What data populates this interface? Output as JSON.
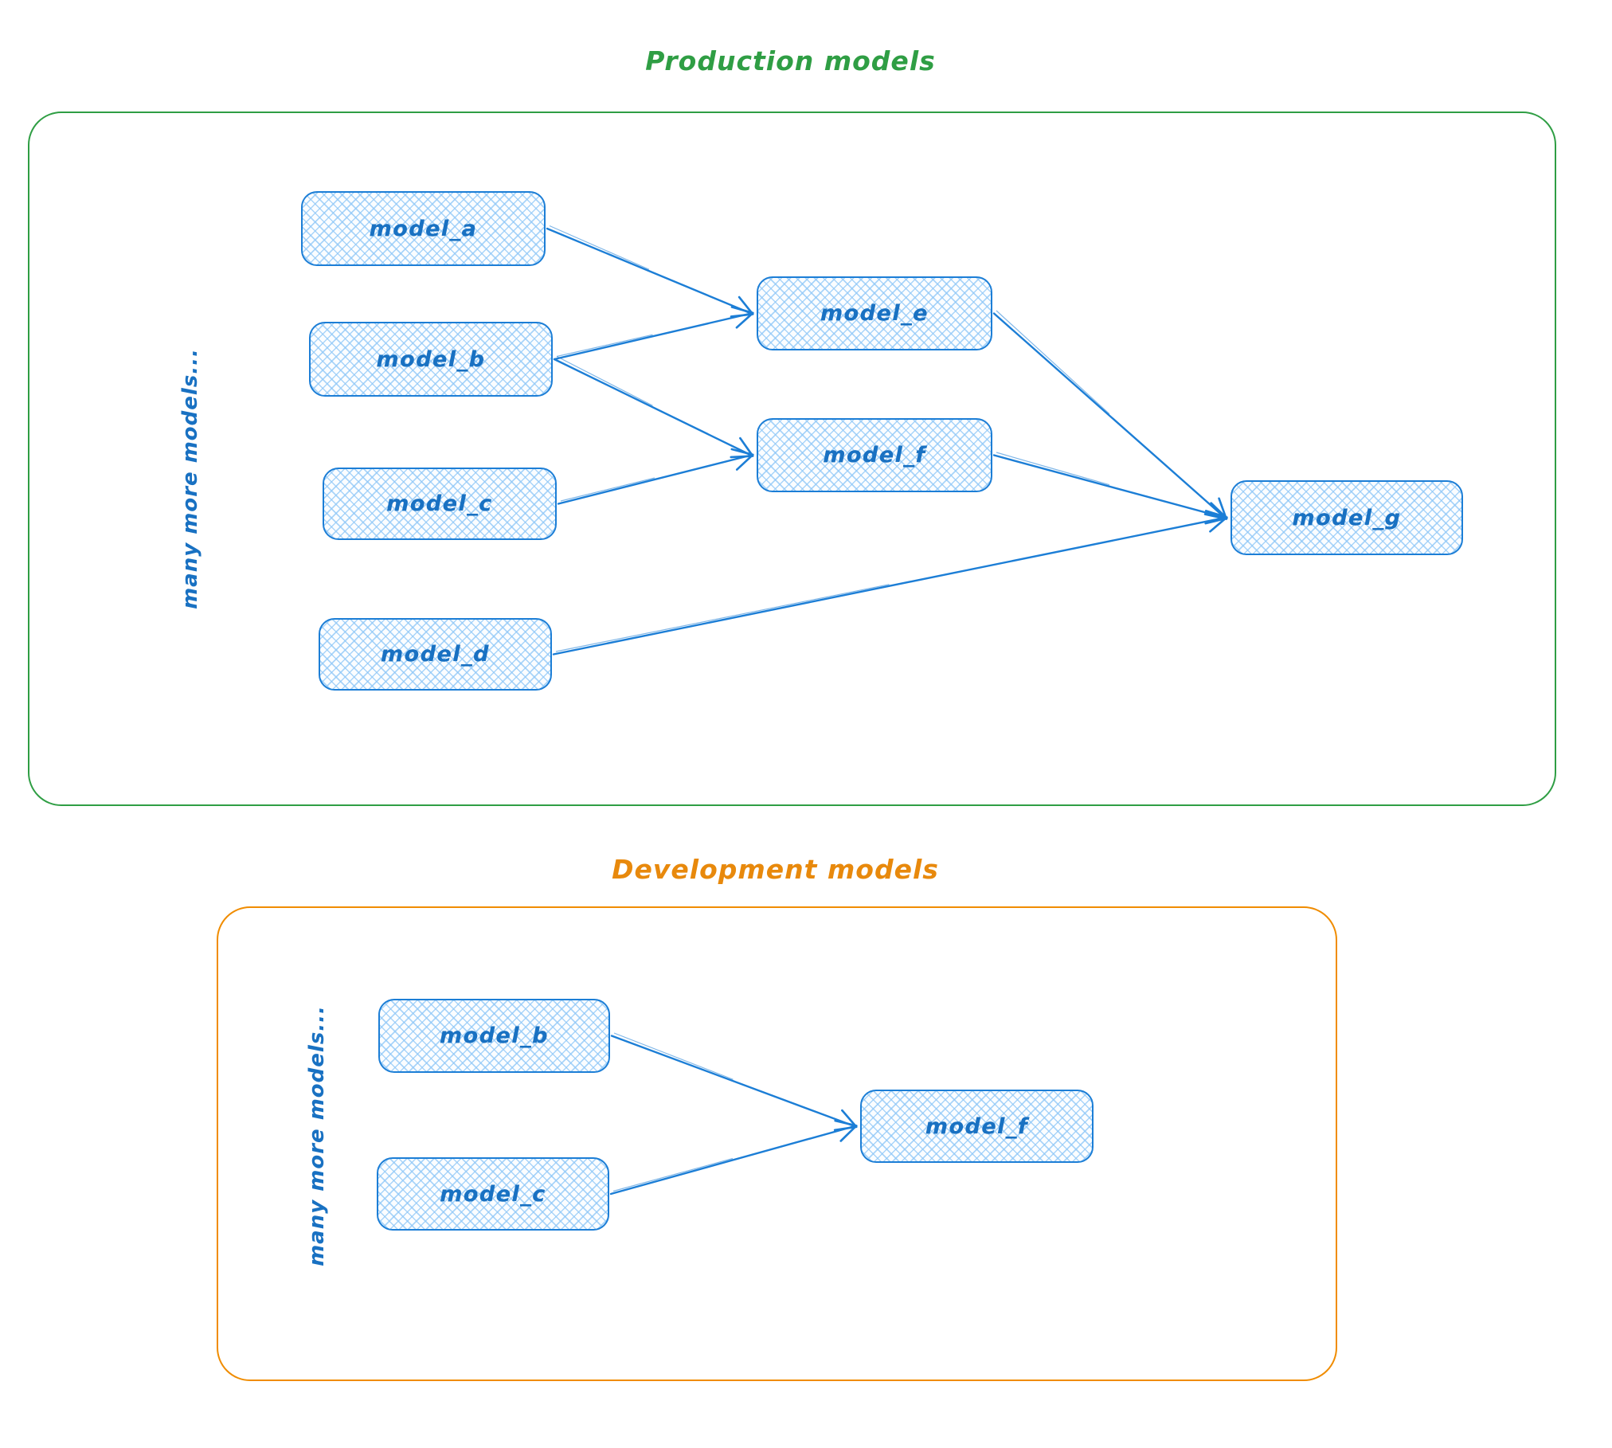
{
  "diagram": {
    "sections": [
      {
        "id": "production",
        "title": "Production models",
        "accent_color": "#2f9e44",
        "side_label": "many more models...",
        "nodes": [
          {
            "id": "model_a",
            "label": "model_a"
          },
          {
            "id": "model_b",
            "label": "model_b"
          },
          {
            "id": "model_c",
            "label": "model_c"
          },
          {
            "id": "model_d",
            "label": "model_d"
          },
          {
            "id": "model_e",
            "label": "model_e"
          },
          {
            "id": "model_f",
            "label": "model_f"
          },
          {
            "id": "model_g",
            "label": "model_g"
          }
        ],
        "edges": [
          {
            "from": "model_a",
            "to": "model_e"
          },
          {
            "from": "model_b",
            "to": "model_e"
          },
          {
            "from": "model_b",
            "to": "model_f"
          },
          {
            "from": "model_c",
            "to": "model_f"
          },
          {
            "from": "model_e",
            "to": "model_g"
          },
          {
            "from": "model_f",
            "to": "model_g"
          },
          {
            "from": "model_d",
            "to": "model_g"
          }
        ]
      },
      {
        "id": "development",
        "title": "Development models",
        "accent_color": "#f08c00",
        "side_label": "many more models...",
        "nodes": [
          {
            "id": "model_b",
            "label": "model_b"
          },
          {
            "id": "model_c",
            "label": "model_c"
          },
          {
            "id": "model_f",
            "label": "model_f"
          }
        ],
        "edges": [
          {
            "from": "model_b",
            "to": "model_f"
          },
          {
            "from": "model_c",
            "to": "model_f"
          }
        ]
      }
    ],
    "colors": {
      "node_stroke": "#1c7ed6",
      "node_fill_hatch": "#8ec7f7",
      "node_text": "#1971c2",
      "edge": "#1c7ed6",
      "production_accent": "#2f9e44",
      "development_accent": "#f08c00"
    }
  }
}
